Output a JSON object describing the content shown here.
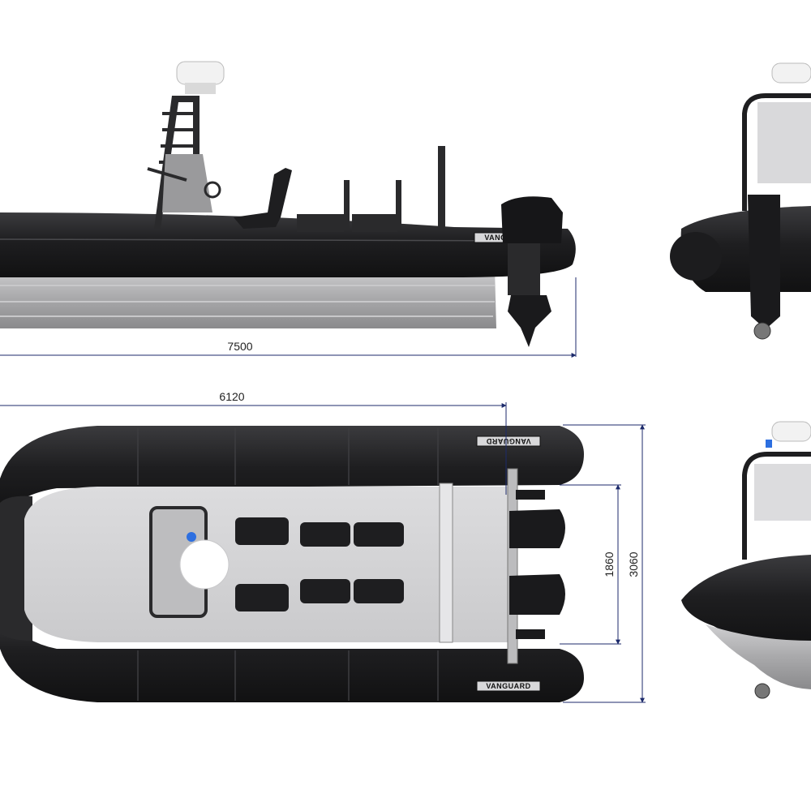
{
  "brand": {
    "logo_text": "VANGUARD"
  },
  "dimensions": {
    "overall_length": "7500",
    "hull_length": "6120",
    "inner_beam": "1860",
    "overall_beam": "3060"
  },
  "colors": {
    "tube": "#1f1f21",
    "tube_highlight": "#3a3a3d",
    "hull": "#b5b5b7",
    "deck": "#d7d7d9",
    "dimension_line": "#1c2a6b"
  }
}
